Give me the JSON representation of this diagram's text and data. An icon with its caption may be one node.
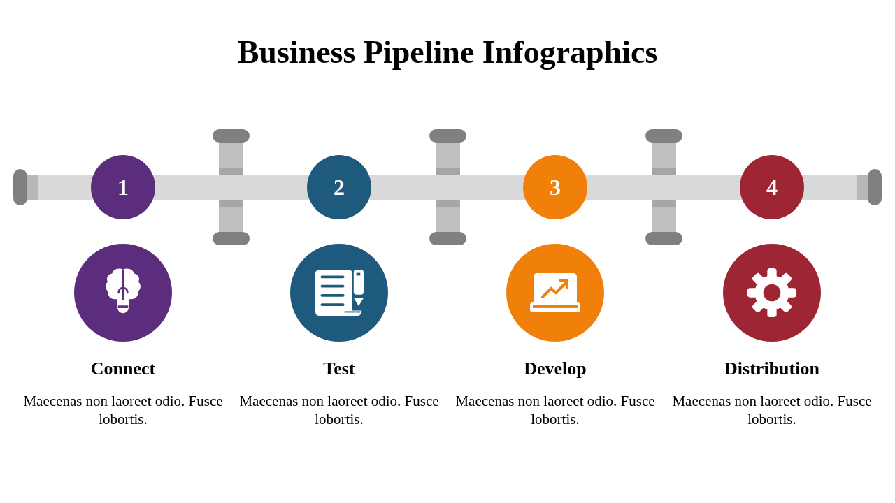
{
  "diagram": {
    "title": "Business Pipeline Infographics",
    "nodes": [
      {
        "text": [
          "1"
        ]
      },
      {
        "text": [
          "2"
        ]
      },
      {
        "text": [
          "3"
        ]
      },
      {
        "text": [
          "4"
        ]
      }
    ],
    "labels": [
      "Connect",
      "Maecenas non laoreet odio. Fusce lobortis.",
      "Test",
      "Maecenas non laoreet odio. Fusce lobortis.",
      "Develop",
      "Maecenas non laoreet odio. Fusce lobortis.",
      "Distribution",
      "Maecenas non laoreet odio. Fusce lobortis."
    ]
  }
}
